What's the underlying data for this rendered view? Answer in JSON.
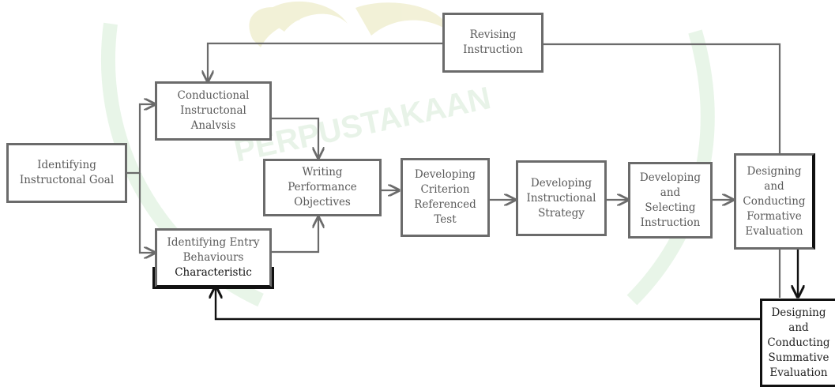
{
  "nodes": {
    "goal": "Identifying\nInstructonal Goal",
    "conductional": "Conductional\nInstructonal\nAnalvsis",
    "entry_main": "Identifying Entry\nBehaviours",
    "entry_char": "Characteristic",
    "objectives": "Writing\nPerformance\nObjectives",
    "criterion": "Developing\nCriterion\nReferenced\nTest",
    "strategy": "Developing\nInstructional\nStrategy",
    "selecting": "Developing\nand\nSelecting\nInstruction",
    "formative": "Designing\nand\nConducting\nFormative\nEvaluation",
    "revising": "Revising\nInstruction",
    "summative": "Designing\nand\nConducting\nSummative\nEvaluation"
  },
  "edges": [
    {
      "from": "goal",
      "to": "conductional"
    },
    {
      "from": "goal",
      "to": "entry"
    },
    {
      "from": "conductional",
      "to": "objectives"
    },
    {
      "from": "entry",
      "to": "objectives"
    },
    {
      "from": "objectives",
      "to": "criterion"
    },
    {
      "from": "criterion",
      "to": "strategy"
    },
    {
      "from": "strategy",
      "to": "selecting"
    },
    {
      "from": "selecting",
      "to": "formative"
    },
    {
      "from": "formative",
      "to": "revising"
    },
    {
      "from": "revising",
      "to": "conductional"
    },
    {
      "from": "formative",
      "to": "summative"
    },
    {
      "from": "summative",
      "to": "entry"
    }
  ],
  "colors": {
    "box_border": "#6b6b6b",
    "text": "#5a5a5a",
    "dark": "#111111",
    "watermark": "#c8e6c8"
  }
}
